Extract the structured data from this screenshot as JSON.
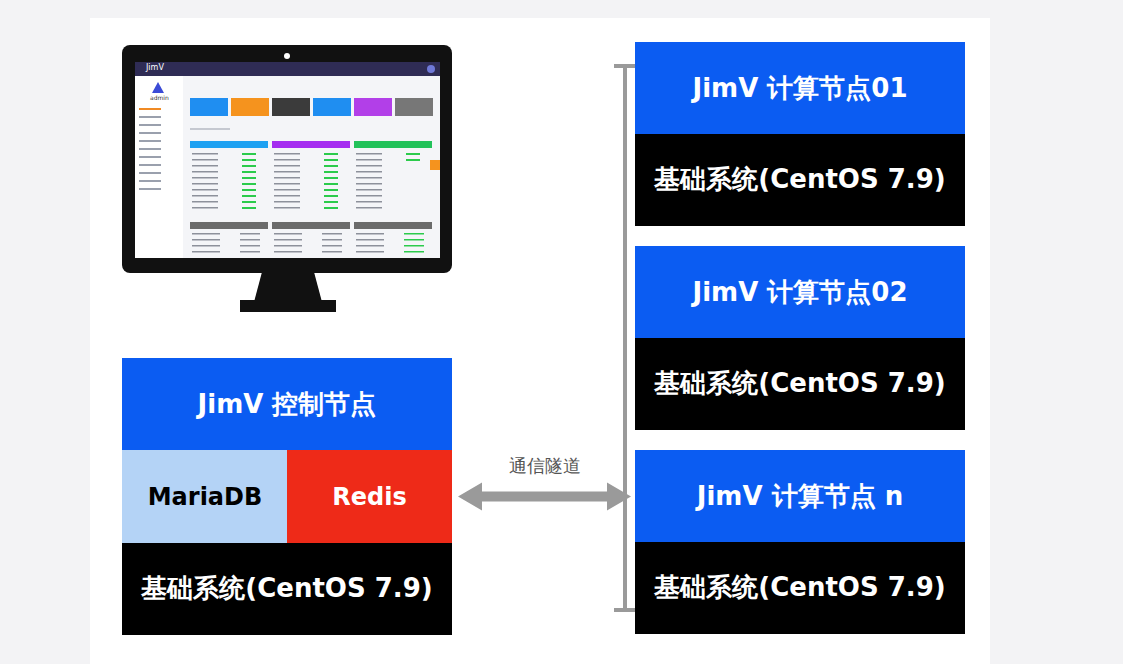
{
  "diagram": {
    "nodes": [
      {
        "text": [
          "JimV 控制节点"
        ]
      },
      {
        "text": [
          "MariaDB"
        ]
      },
      {
        "text": [
          "Redis"
        ]
      },
      {
        "text": [
          "基础系统(CentOS 7.9)"
        ]
      },
      {
        "text": [
          "JimV 计算节点01"
        ]
      },
      {
        "text": [
          "基础系统(CentOS 7.9)"
        ]
      },
      {
        "text": [
          "JimV 计算节点02"
        ]
      },
      {
        "text": [
          "基础系统(CentOS 7.9)"
        ]
      },
      {
        "text": [
          "JimV 计算节点 n"
        ]
      },
      {
        "text": [
          "基础系统(CentOS 7.9)"
        ]
      }
    ],
    "edges": [
      {
        "from": 2,
        "to": 8,
        "arrow": "both",
        "label": "通信隧道"
      }
    ],
    "labels": [
      "JimV",
      "admin"
    ]
  }
}
